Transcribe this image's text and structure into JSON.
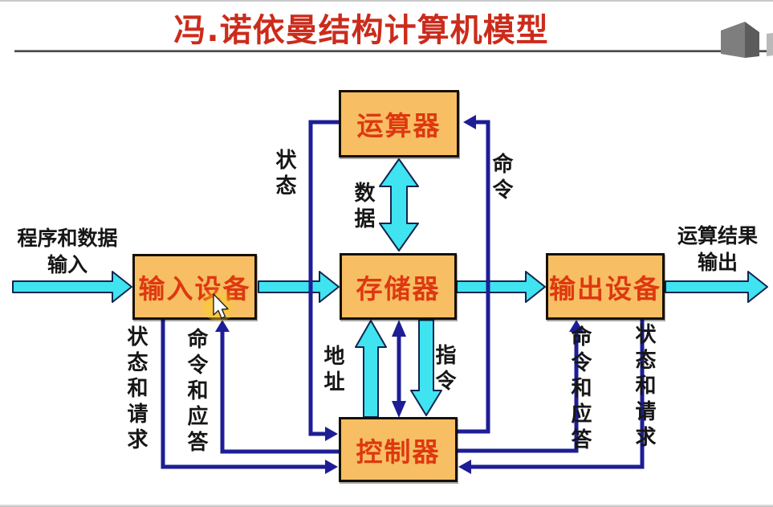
{
  "title": "冯.诺依曼结构计算机模型",
  "colors": {
    "title_red": "#cc2b1b",
    "box_fill": "#f7be63",
    "box_border": "#171004",
    "box_text": "#de3810",
    "cyan": "#3fe4f0",
    "navy": "#1d1d96",
    "label_text": "#161616",
    "icon_gray": "#7e7e7e"
  },
  "boxes": {
    "alu": "运算器",
    "input": "输入设备",
    "memory": "存储器",
    "output": "输出设备",
    "control": "控制器"
  },
  "labels": {
    "program_input_line1": "程序和数据",
    "program_input_line2": "输入",
    "result_output_line1": "运算结果",
    "result_output_line2": "输出",
    "status": "状态",
    "data": "数据",
    "command": "命令",
    "address": "地址",
    "instruction": "指令",
    "status_request_left": "状态和请求",
    "command_reply_left": "命令和应答",
    "command_reply_right": "命令和应答",
    "status_request_right": "状态和请求"
  },
  "connections": [
    {
      "from": "外部",
      "to": "输入设备",
      "label": "程序和数据输入",
      "style": "cyan"
    },
    {
      "from": "输入设备",
      "to": "存储器",
      "label": "",
      "style": "cyan"
    },
    {
      "from": "存储器",
      "to": "输出设备",
      "label": "",
      "style": "cyan"
    },
    {
      "from": "输出设备",
      "to": "外部",
      "label": "运算结果输出",
      "style": "cyan"
    },
    {
      "from": "运算器",
      "to": "存储器",
      "label": "数据",
      "style": "cyan-double"
    },
    {
      "from": "控制器",
      "to": "存储器",
      "label": "地址",
      "style": "cyan"
    },
    {
      "from": "存储器",
      "to": "控制器",
      "label": "指令",
      "style": "cyan"
    },
    {
      "from": "存储器",
      "to": "控制器",
      "label": "",
      "style": "navy-double"
    },
    {
      "from": "运算器",
      "to": "控制器",
      "label": "状态",
      "style": "navy"
    },
    {
      "from": "控制器",
      "to": "运算器",
      "label": "命令",
      "style": "navy"
    },
    {
      "from": "输入设备",
      "to": "控制器",
      "label": "状态和请求",
      "style": "navy"
    },
    {
      "from": "控制器",
      "to": "输入设备",
      "label": "命令和应答",
      "style": "navy"
    },
    {
      "from": "输出设备",
      "to": "控制器",
      "label": "状态和请求",
      "style": "navy"
    },
    {
      "from": "控制器",
      "to": "输出设备",
      "label": "命令和应答",
      "style": "navy"
    }
  ]
}
